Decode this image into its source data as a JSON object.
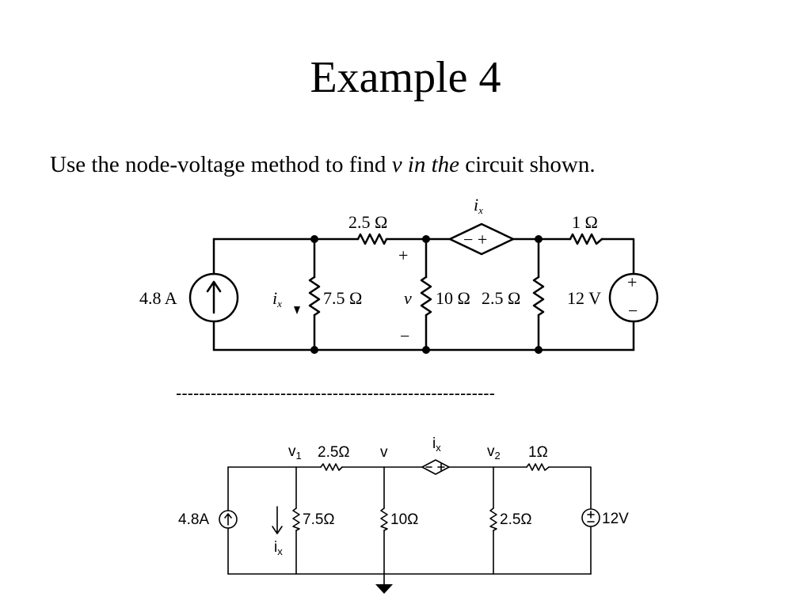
{
  "slide": {
    "title": "Example 4",
    "problem": {
      "before": "Use the node-voltage method to find ",
      "italic": "v in the",
      "after": " circuit shown."
    },
    "separator": "-------------------------------------------------------"
  },
  "circuit1": {
    "r1": "2.5 Ω",
    "ix_label": "i",
    "ix_sub": "x",
    "source_sign": "− +",
    "r2": "1 Ω",
    "isource": "4.8 A",
    "ix_left": "i",
    "ix_left_sub": "x",
    "r3": "7.5 Ω",
    "v_label": "v",
    "v_plus": "+",
    "v_minus": "−",
    "r4": "10 Ω",
    "r5": "2.5 Ω",
    "vsource": "12 V",
    "vs_plus": "+",
    "vs_minus": "−"
  },
  "circuit2": {
    "v1": "v",
    "v1_sub": "1",
    "r1": "2.5Ω",
    "v": "v",
    "ix": "i",
    "ix_sub": "x",
    "v2": "v",
    "v2_sub": "2",
    "r2": "1Ω",
    "isource": "4.8A",
    "r3": "7.5Ω",
    "r4": "10Ω",
    "r5": "2.5Ω",
    "vsource": "12V",
    "ix_down": "i",
    "ix_down_sub": "x"
  }
}
